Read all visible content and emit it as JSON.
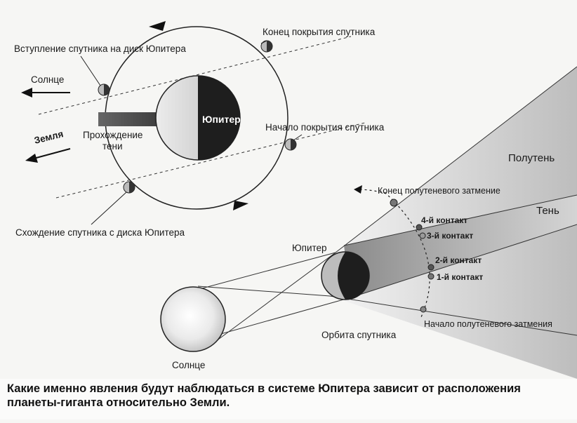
{
  "labels": {
    "sun_top": "Солнце",
    "earth": "Земля",
    "ingress": "Вступление спутника на диск Юпитера",
    "occ_end": "Конец покрытия спутника",
    "occ_start": "Начало покрытия спутника",
    "jupiter_top": "Юпитер",
    "shadow_transit_1": "Прохождение",
    "shadow_transit_2": "тени",
    "egress": "Схождение спутника с диска Юпитера",
    "penumbra": "Полутень",
    "umbra": "Тень",
    "pen_end": "Конец полутеневого затмение",
    "contact4": "4-й контакт",
    "contact3": "3-й контакт",
    "contact2": "2-й контакт",
    "contact1": "1-й контакт",
    "jupiter_bottom": "Юпитер",
    "orbit": "Орбита спутника",
    "pen_start": "Начало полутеневого затмения",
    "sun_bottom": "Солнце"
  },
  "caption": "Какие именно явления будут наблюдаться в системе Юпитера зависит от расположения планеты-гиганта относительно Земли."
}
